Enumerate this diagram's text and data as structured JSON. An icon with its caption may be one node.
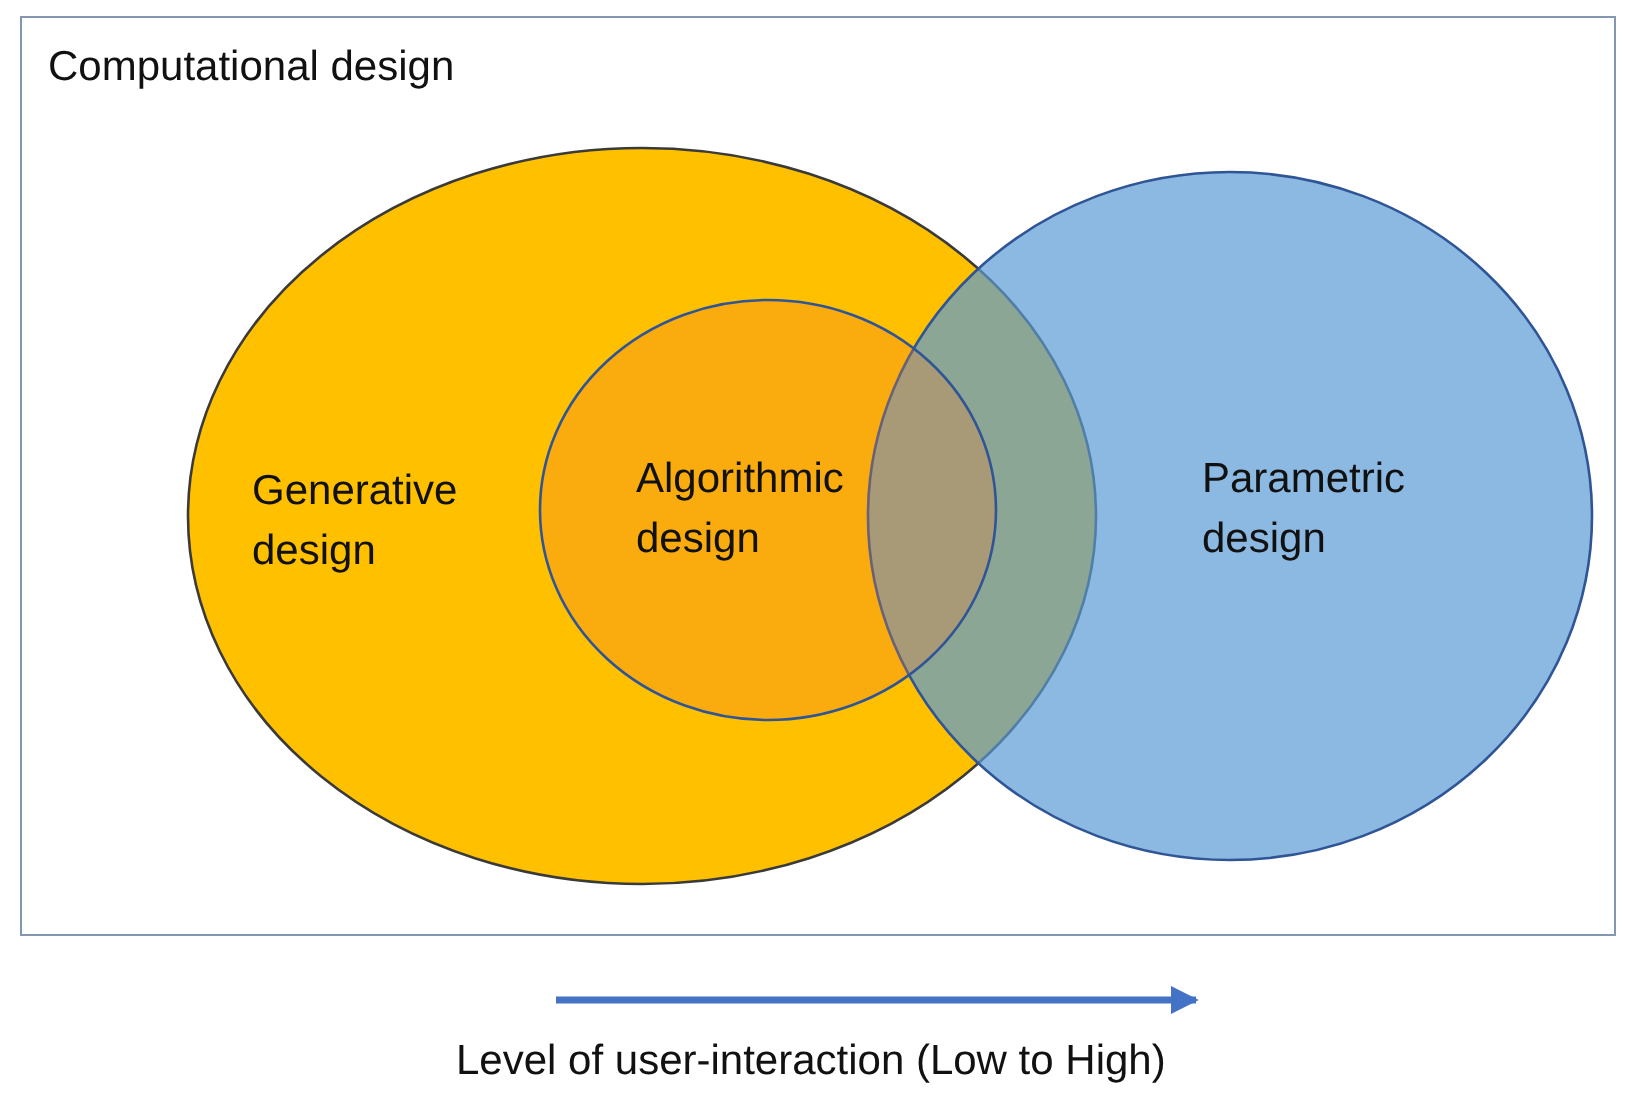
{
  "diagram": {
    "nodes": [
      {
        "text": [
          "Computational design"
        ]
      },
      {
        "text": [
          "Generative design"
        ],
        "in": 0
      },
      {
        "text": [
          "Parametric design"
        ],
        "in": 0
      },
      {
        "text": [
          "Algorithmic design"
        ],
        "in": 1
      }
    ],
    "labels": [
      "Level of user-interaction (Low to High)"
    ]
  }
}
